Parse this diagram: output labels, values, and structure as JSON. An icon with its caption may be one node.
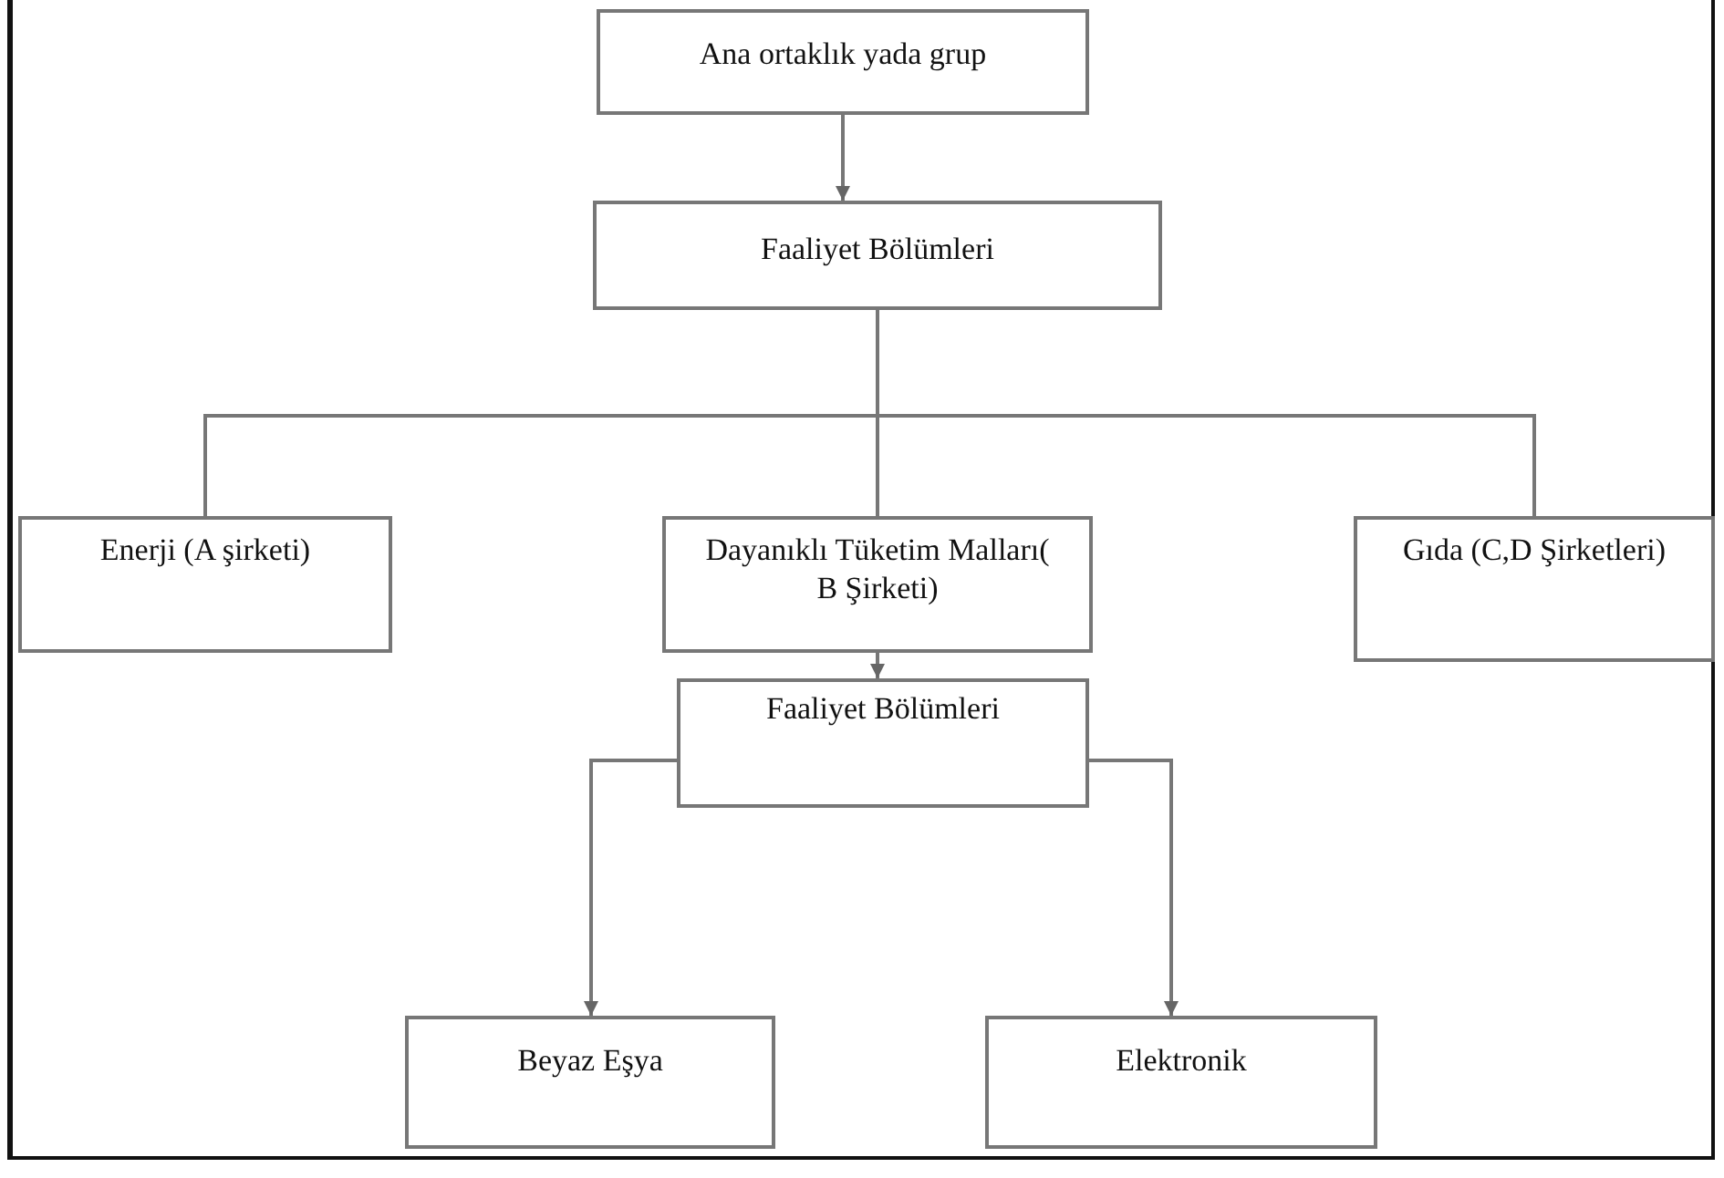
{
  "diagram": {
    "nodes": [
      {
        "text": [
          "Ana ortaklık yada grup"
        ]
      },
      {
        "text": [
          "Faaliyet Bölümleri"
        ]
      },
      {
        "text": [
          "Enerji (A şirketi)"
        ]
      },
      {
        "text": [
          "Dayanıklı Tüketim Malları( B Şirketi)"
        ]
      },
      {
        "text": [
          "Gıda (C,D Şirketleri)"
        ]
      },
      {
        "text": [
          "Faaliyet Bölümleri"
        ]
      },
      {
        "text": [
          "Beyaz Eşya"
        ]
      },
      {
        "text": [
          "Elektronik"
        ]
      }
    ],
    "edges": [
      {
        "from": 0,
        "to": 1,
        "arrow": "to"
      },
      {
        "from": 1,
        "to": 2,
        "arrow": "none"
      },
      {
        "from": 1,
        "to": 3,
        "arrow": "none"
      },
      {
        "from": 1,
        "to": 4,
        "arrow": "none"
      },
      {
        "from": 3,
        "to": 5,
        "arrow": "to"
      },
      {
        "from": 5,
        "to": 6,
        "arrow": "to"
      },
      {
        "from": 5,
        "to": 7,
        "arrow": "to"
      }
    ]
  }
}
